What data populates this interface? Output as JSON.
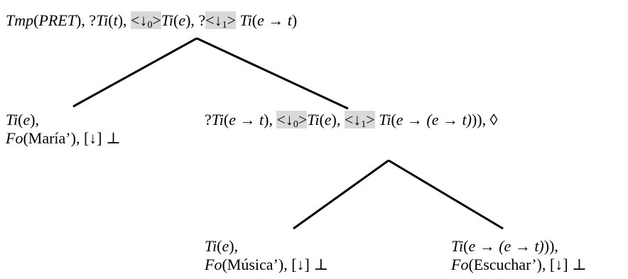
{
  "root": {
    "tmp_fn": "Tmp",
    "tmp_arg": "PRET",
    "tmp_close": "),",
    "req": "?",
    "ti": "Ti",
    "t_arg": "t",
    "close_comma": "),",
    "lt": "<",
    "down": "↓",
    "zero": "0",
    "gt": ">",
    "e_arg": "e",
    "q": "?",
    "one": "1",
    "ti2": "Ti",
    "e_to_t": "e → t",
    "close": ")"
  },
  "left": {
    "ti": "Ti",
    "e_arg": "e",
    "close_comma": "),",
    "fo": "Fo",
    "value": "(María’), [↓] ⊥"
  },
  "mid": {
    "req": "?",
    "ti": "Ti",
    "e_to_t": "e → t",
    "close_comma": "),",
    "lt": "<",
    "down": "↓",
    "zero": "0",
    "gt": ">",
    "e_arg": "e",
    "one": "1",
    "e_to_et": "e → (e → t)",
    "close_diamond": ")), ◊"
  },
  "bl": {
    "ti": "Ti",
    "e_arg": "e",
    "close_comma": "),",
    "fo": "Fo",
    "value": "(Música’), [↓] ⊥"
  },
  "br": {
    "ti": "Ti",
    "e_to_et": "e → (e → t)",
    "close_comma": ")),",
    "fo": "Fo",
    "value": "(Escuchar’), [↓] ⊥"
  }
}
